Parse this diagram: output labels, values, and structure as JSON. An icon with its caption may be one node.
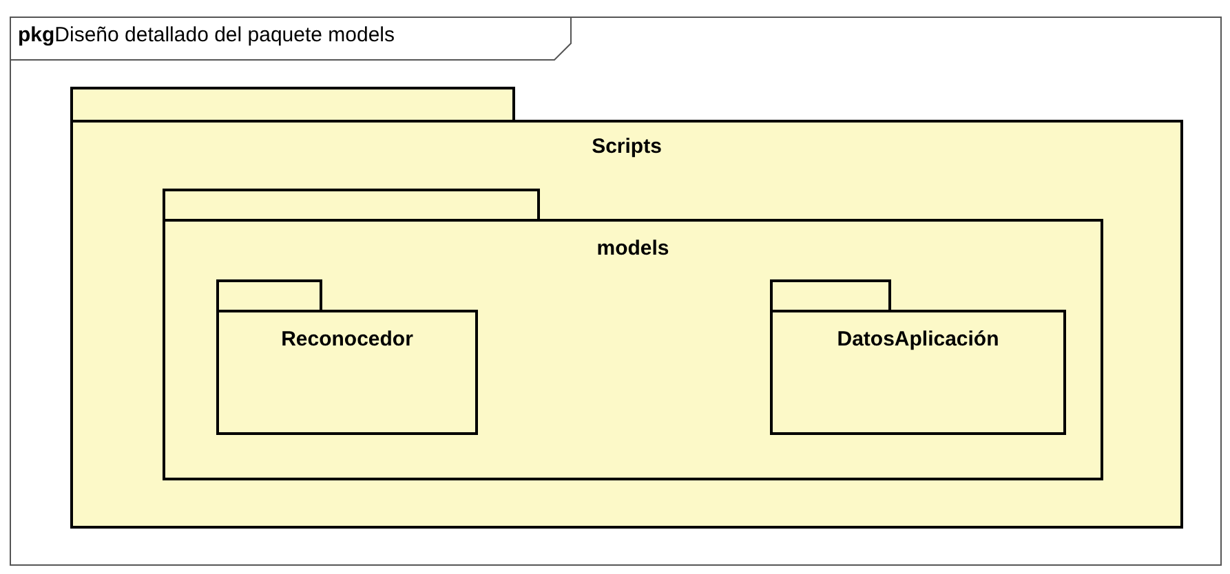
{
  "diagram": {
    "title": "**pkg**Diseño detallado del paquete models",
    "nodes": [
      {
        "text": [
          "Scripts"
        ]
      },
      {
        "text": [
          "models"
        ],
        "in": 0
      },
      {
        "text": [
          "Reconocedor"
        ],
        "in": 1
      },
      {
        "text": [
          "DatosAplicación"
        ],
        "in": 1
      }
    ]
  }
}
